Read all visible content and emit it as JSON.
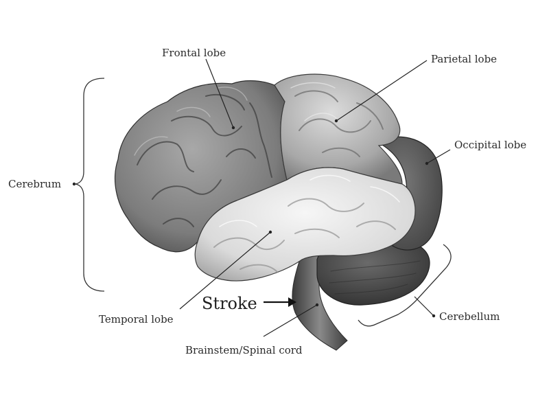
{
  "diagram": {
    "labels": {
      "frontal": "Frontal lobe",
      "parietal": "Parietal lobe",
      "occipital": "Occipital lobe",
      "cerebrum": "Cerebrum",
      "temporal": "Temporal lobe",
      "stroke": "Stroke",
      "cerebellum": "Cerebellum",
      "brainstem": "Brainstem/Spinal cord"
    },
    "colors": {
      "frontal": "#8a8a8a",
      "parietal": "#b4b4b4",
      "temporal": "#e2e2e2",
      "occipital": "#5e5e5e",
      "cerebellum": "#4a4a4a",
      "brainstem": "#666666",
      "text": "#2a2a2a"
    }
  }
}
